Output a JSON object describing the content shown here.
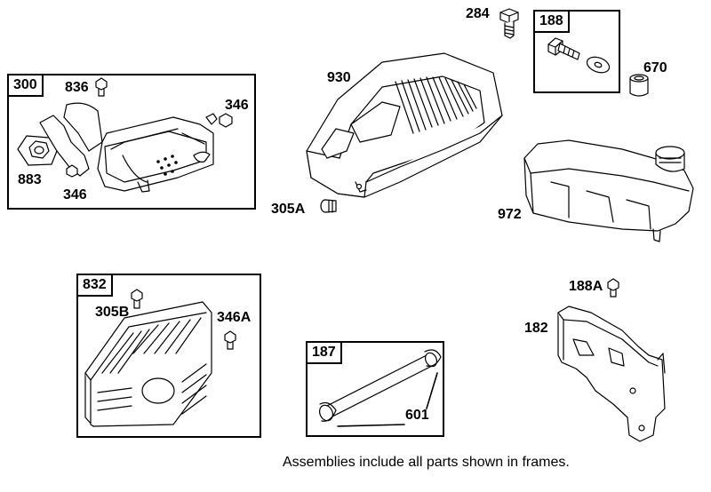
{
  "assemblies": {
    "muffler": "300",
    "cover_plate": "188",
    "guard": "832",
    "tube": "187"
  },
  "parts": {
    "p284": "284",
    "p930": "930",
    "p670": "670",
    "p836": "836",
    "p346a": "346",
    "p346b": "346",
    "p883": "883",
    "p305A": "305A",
    "p972": "972",
    "p305B": "305B",
    "p346A": "346A",
    "p188A": "188A",
    "p182": "182",
    "p601": "601"
  },
  "note": "Assemblies include all parts shown in frames."
}
